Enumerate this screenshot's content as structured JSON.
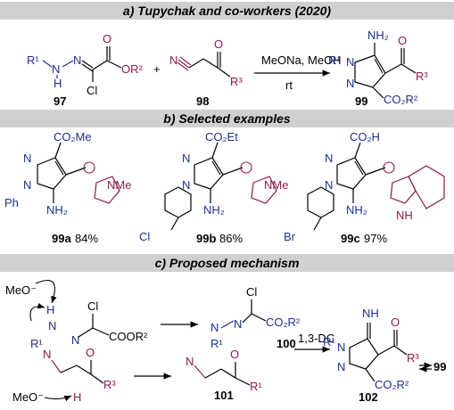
{
  "sections": [
    {
      "title": "a) Tupychak and co-workers (2020)"
    },
    {
      "title": "b) Selected examples"
    },
    {
      "title": "c) Proposed mechanism"
    }
  ],
  "scheme_a": {
    "compound_97": "97",
    "compound_98": "98",
    "compound_99": "99",
    "reagents": "MeONa, MeOH",
    "conditions": "rt",
    "labels": {
      "r1": "R¹",
      "n": "N",
      "h": "H",
      "cl": "Cl",
      "or2": "OR²",
      "o": "O",
      "r3": "R³",
      "plus": "+",
      "nh2": "NH₂",
      "co2r2": "CO₂R²"
    }
  },
  "examples": [
    {
      "code": "99a",
      "yield": "84%",
      "ester": "CO₂Me",
      "substituent": "Ph",
      "amino": "NH₂",
      "nme": "NMe"
    },
    {
      "code": "99b",
      "yield": "86%",
      "ester": "CO₂Et",
      "substituent": "Cl",
      "amino": "NH₂",
      "nme": "NMe"
    },
    {
      "code": "99c",
      "yield": "97%",
      "ester": "CO₂H",
      "substituent": "Br",
      "amino": "NH₂",
      "nh": "NH"
    }
  ],
  "mechanism": {
    "base": "MeO⁻",
    "cooor2": "COOR²",
    "intermediate_100": "100",
    "intermediate_101": "101",
    "intermediate_102": "102",
    "step_label": "1,3-DC",
    "product": "99",
    "imine": "NH",
    "r1": "R¹"
  },
  "colors": {
    "band": "#d0d0d0",
    "blue": "#1f2f8f",
    "magenta": "#8c1a4e"
  }
}
